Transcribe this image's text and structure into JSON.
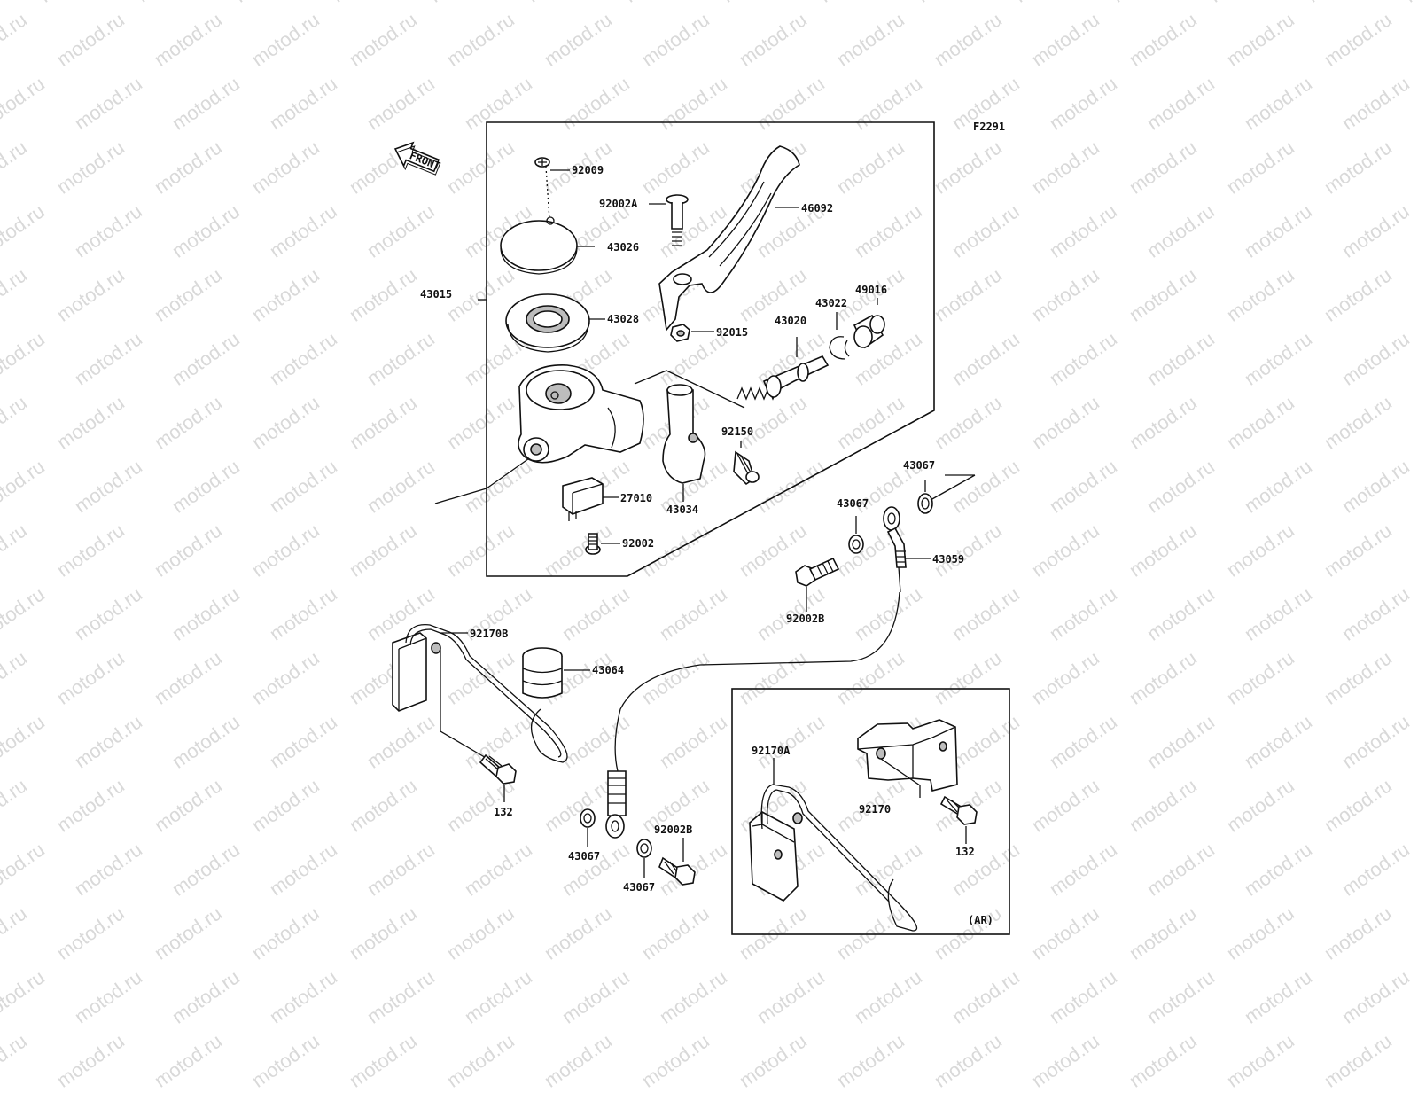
{
  "figure_code": "F2291",
  "front_arrow_text": "FRONT",
  "variant_note": "(AR)",
  "watermark_text": "motod.ru",
  "callouts": {
    "p92009": "92009",
    "p92002A": "92002A",
    "p46092": "46092",
    "p43026": "43026",
    "p43015": "43015",
    "p43028": "43028",
    "p92015": "92015",
    "p43020": "43020",
    "p43022": "43022",
    "p49016": "49016",
    "p92150": "92150",
    "p27010": "27010",
    "p43034": "43034",
    "p92002": "92002",
    "p43067a": "43067",
    "p43067b": "43067",
    "p43059": "43059",
    "p92002B_a": "92002B",
    "p92170B": "92170B",
    "p43064": "43064",
    "p132a": "132",
    "p43067c": "43067",
    "p92002B_b": "92002B",
    "p43067d": "43067",
    "p92170A": "92170A",
    "p92170": "92170",
    "p132b": "132"
  }
}
